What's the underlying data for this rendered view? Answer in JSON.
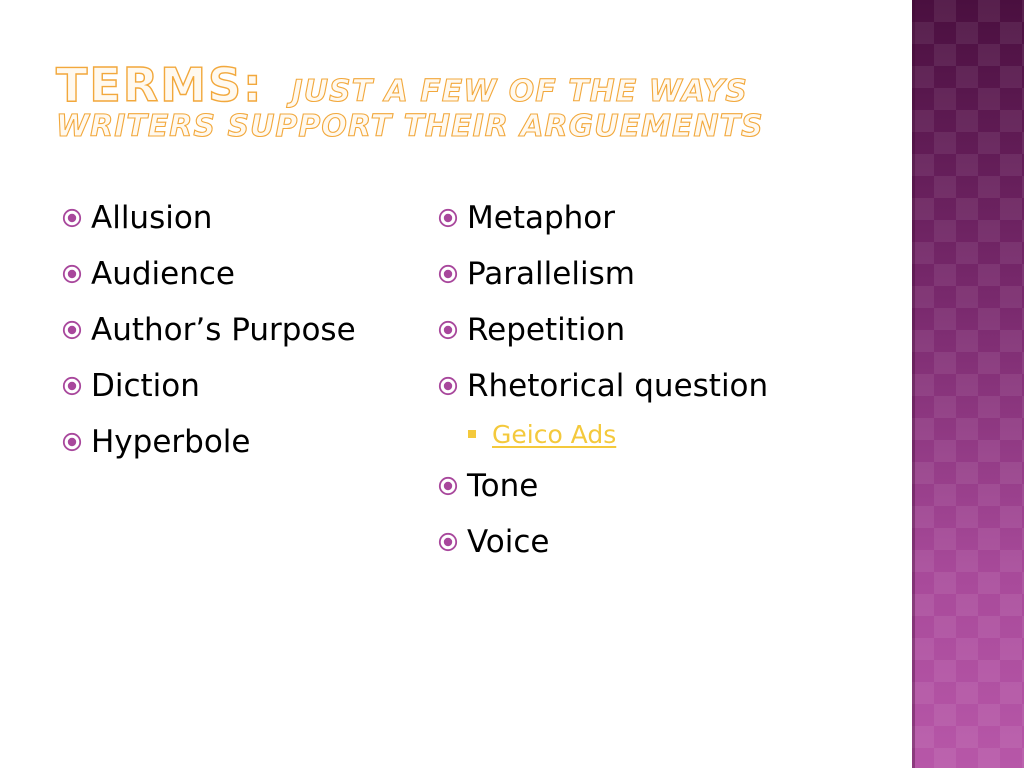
{
  "title": {
    "main": "Terms:",
    "subtitle_line1": "Just a few of the ways",
    "subtitle_line2": "writers support their arguements"
  },
  "left_column": [
    {
      "label": "Allusion"
    },
    {
      "label": "Audience"
    },
    {
      "label": "Author’s Purpose"
    },
    {
      "label": "Diction"
    },
    {
      "label": "Hyperbole"
    }
  ],
  "right_column": [
    {
      "label": "Metaphor"
    },
    {
      "label": "Parallelism"
    },
    {
      "label": "Repetition"
    },
    {
      "label": "Rhetorical question"
    },
    {
      "label": "Tone"
    },
    {
      "label": "Voice"
    }
  ],
  "sub_item": {
    "label": "Geico Ads"
  },
  "icons": {
    "bullet": "radio-target-icon",
    "sub_bullet": "square-bullet-icon"
  },
  "colors": {
    "title_outline": "#f2a83c",
    "bullet": "#a8479c",
    "link": "#f4c93c",
    "side_band_top": "#4a0f3f",
    "side_band_bottom": "#b757a8"
  }
}
